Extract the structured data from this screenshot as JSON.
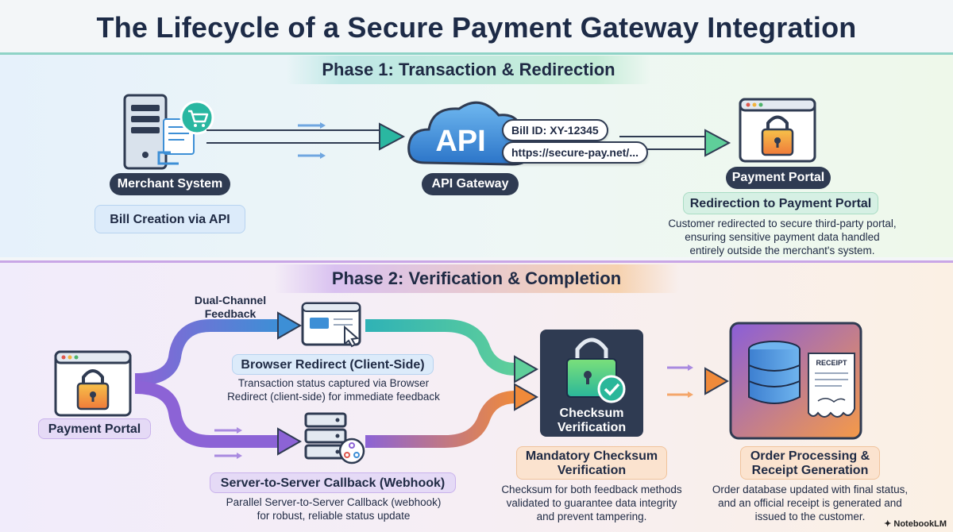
{
  "title": "The Lifecycle of a Secure Payment Gateway Integration",
  "phase1": {
    "banner": "Phase 1: Transaction & Redirection",
    "merchant_label": "Merchant System",
    "bill_creation": "Bill Creation via API",
    "api_icon_text": "API",
    "api_gateway_label": "API Gateway",
    "bill_id": "Bill ID: XY-12345",
    "url": "https://secure-pay.net/...",
    "payment_portal_label": "Payment Portal",
    "redirection_title": "Redirection to Payment Portal",
    "redirection_desc": [
      "Customer redirected to secure third-party portal,",
      "ensuring sensitive payment data handled",
      "entirely outside the merchant's system."
    ]
  },
  "phase2": {
    "banner": "Phase 2: Verification & Completion",
    "dual_channel": [
      "Dual-Channel",
      "Feedback"
    ],
    "payment_portal_label": "Payment Portal",
    "browser_redirect_title": "Browser Redirect (Client-Side)",
    "browser_redirect_desc": [
      "Transaction status captured via Browser",
      "Redirect (client-side) for immediate feedback"
    ],
    "webhook_title": "Server-to-Server Callback (Webhook)",
    "webhook_desc": [
      "Parallel Server-to-Server Callback (webhook)",
      "for robust, reliable status update"
    ],
    "checksum_box": [
      "Checksum",
      "Verification"
    ],
    "checksum_title": [
      "Mandatory Checksum",
      "Verification"
    ],
    "checksum_desc": [
      "Checksum for both feedback methods",
      "validated to guarantee data integrity",
      "and prevent tampering."
    ],
    "receipt_text": "RECEIPT",
    "order_title": [
      "Order Processing &",
      "Receipt Generation"
    ],
    "order_desc": [
      "Order database updated with final status,",
      "and an official receipt is generated and",
      "issued to the customer."
    ]
  },
  "footer": "NotebookLM",
  "colors": {
    "teal": "#2ab7a1",
    "blue": "#3d8fd6",
    "navy": "#2f3b52",
    "purple": "#8c63d6",
    "orange": "#f08a3a"
  }
}
